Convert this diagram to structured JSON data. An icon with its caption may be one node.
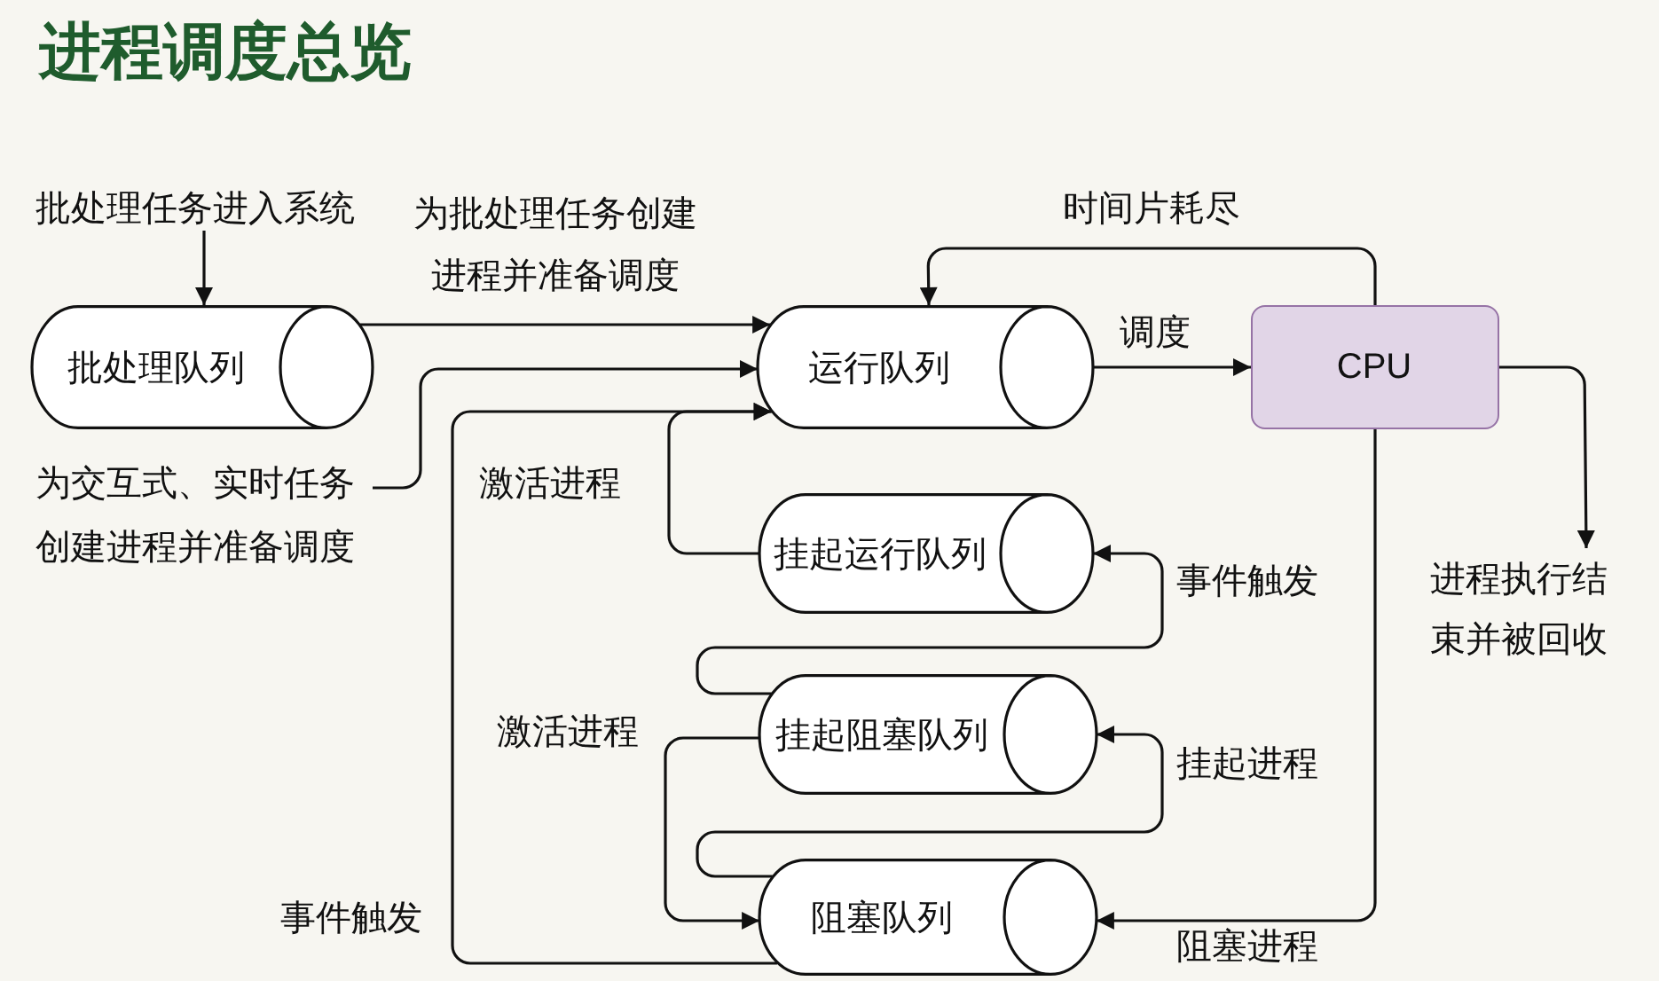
{
  "diagram": {
    "title": "进程调度总览",
    "nodes": [
      {
        "text": [
          "批处理任务进入系统"
        ]
      },
      {
        "text": [
          "批处理队列"
        ]
      },
      {
        "text": [
          "运行队列"
        ]
      },
      {
        "text": [
          "CPU"
        ]
      },
      {
        "text": [
          "为交互式、实时任务创建进程并准备调度"
        ]
      },
      {
        "text": [
          "挂起运行队列"
        ]
      },
      {
        "text": [
          "进程执行结束并被回收"
        ]
      },
      {
        "text": [
          "挂起阻塞队列"
        ]
      },
      {
        "text": [
          "阻塞队列"
        ]
      }
    ],
    "edges": [
      {
        "from": 0,
        "to": 1,
        "arrow": "to"
      },
      {
        "from": 1,
        "to": 2,
        "arrow": "to",
        "label": "为批处理任务创建进程并准备调度"
      },
      {
        "from": 3,
        "to": 2,
        "arrow": "to",
        "label": "时间片耗尽"
      },
      {
        "from": 2,
        "to": 3,
        "arrow": "to",
        "label": "调度"
      },
      {
        "from": 3,
        "to": 6,
        "arrow": "to"
      },
      {
        "from": 4,
        "to": 2,
        "arrow": "to"
      },
      {
        "from": 5,
        "to": 2,
        "arrow": "to",
        "label": "激活进程"
      },
      {
        "from": 8,
        "to": 2,
        "arrow": "to",
        "label": "事件触发"
      },
      {
        "from": 7,
        "to": 5,
        "arrow": "to",
        "label": "事件触发"
      },
      {
        "from": 8,
        "to": 7,
        "arrow": "to",
        "label": "挂起进程"
      },
      {
        "from": 7,
        "to": 8,
        "arrow": "to",
        "label": "激活进程"
      },
      {
        "from": 3,
        "to": 8,
        "arrow": "to",
        "label": "阻塞进程"
      }
    ]
  }
}
